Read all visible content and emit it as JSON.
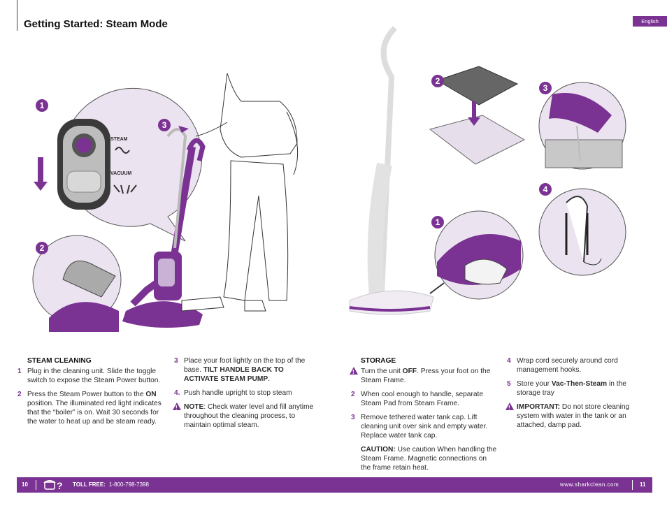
{
  "header": {
    "title": "Getting Started: Steam Mode",
    "language": "English"
  },
  "left_illustration": {
    "badges": [
      "1",
      "2",
      "3"
    ],
    "mode_labels": {
      "steam": "STEAM",
      "vacuum": "VACUUM"
    }
  },
  "right_illustration": {
    "badges": [
      "1",
      "2",
      "3",
      "4"
    ]
  },
  "steam_cleaning": {
    "heading": "STEAM CLEANING",
    "steps": [
      {
        "num": "1",
        "text": "Plug in the cleaning unit. Slide the toggle switch to expose the Steam Power button."
      },
      {
        "num": "2",
        "pre": "Press the Steam Power button to the ",
        "bold": "ON",
        "post": " position. The illuminated red light indicates that the “boiler” is on. Wait 30 seconds for the water to heat up and be steam ready."
      },
      {
        "num": "3",
        "pre": "Place your foot lightly on the top of the base. ",
        "bold": "TILT HANDLE BACK TO ACTIVATE STEAM PUMP",
        "post": "."
      },
      {
        "num": "4.",
        "text": "Push handle upright to stop steam"
      }
    ],
    "note": {
      "bold": "NOTE",
      "text": ": Check water level and fill anytime throughout the cleaning process, to maintain optimal steam."
    }
  },
  "storage": {
    "heading": "STORAGE",
    "step1": {
      "pre": "Turn the unit ",
      "bold": "OFF",
      "post": ". Press your foot on the Steam Frame."
    },
    "steps": [
      {
        "num": "2",
        "text": "When cool enough to handle, separate Steam Pad from Steam Frame."
      },
      {
        "num": "3",
        "text": "Remove tethered water tank cap. Lift cleaning unit over sink and empty water. Replace water tank cap."
      }
    ],
    "caution": {
      "bold": "CAUTION:",
      "text": " Use caution When handling the Steam Frame. Magnetic connections on the frame retain heat."
    },
    "steps_b": [
      {
        "num": "4",
        "text": "Wrap cord securely around cord management hooks."
      },
      {
        "num": "5",
        "pre": "Store your ",
        "bold": "Vac-Then-Steam",
        "post": " in the storage tray"
      }
    ],
    "important": {
      "bold": "IMPORTANT:",
      "text": " Do not store cleaning system with water in the tank or an attached, damp pad."
    }
  },
  "footer": {
    "page_left": "10",
    "phone_icon": "phone-help-icon",
    "toll_label": "TOLL FREE:",
    "toll_number": "1-800-798-7398",
    "website": "www.sharkclean.com",
    "page_right": "11"
  },
  "colors": {
    "accent": "#7b3393",
    "circle_bg": "#ece3f1"
  }
}
